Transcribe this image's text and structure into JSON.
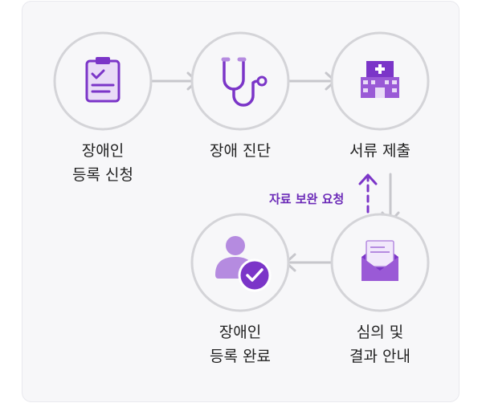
{
  "colors": {
    "accent": "#7b35c8",
    "accent_light": "#b58be0",
    "circle_border": "#d4d4d8",
    "arrow": "#c7c7cc",
    "card_bg": "#f7f7f9",
    "text": "#222222"
  },
  "steps": [
    {
      "icon": "clipboard-icon",
      "line1": "장애인",
      "line2": "등록 신청"
    },
    {
      "icon": "stethoscope-icon",
      "line1": "장애 진단",
      "line2": ""
    },
    {
      "icon": "building-icon",
      "line1": "서류 제출",
      "line2": ""
    },
    {
      "icon": "envelope-letter-icon",
      "line1": "심의 및",
      "line2": "결과 안내"
    },
    {
      "icon": "user-check-icon",
      "line1": "장애인",
      "line2": "등록 완료"
    }
  ],
  "feedback": {
    "label": "자료 보완 요청"
  }
}
